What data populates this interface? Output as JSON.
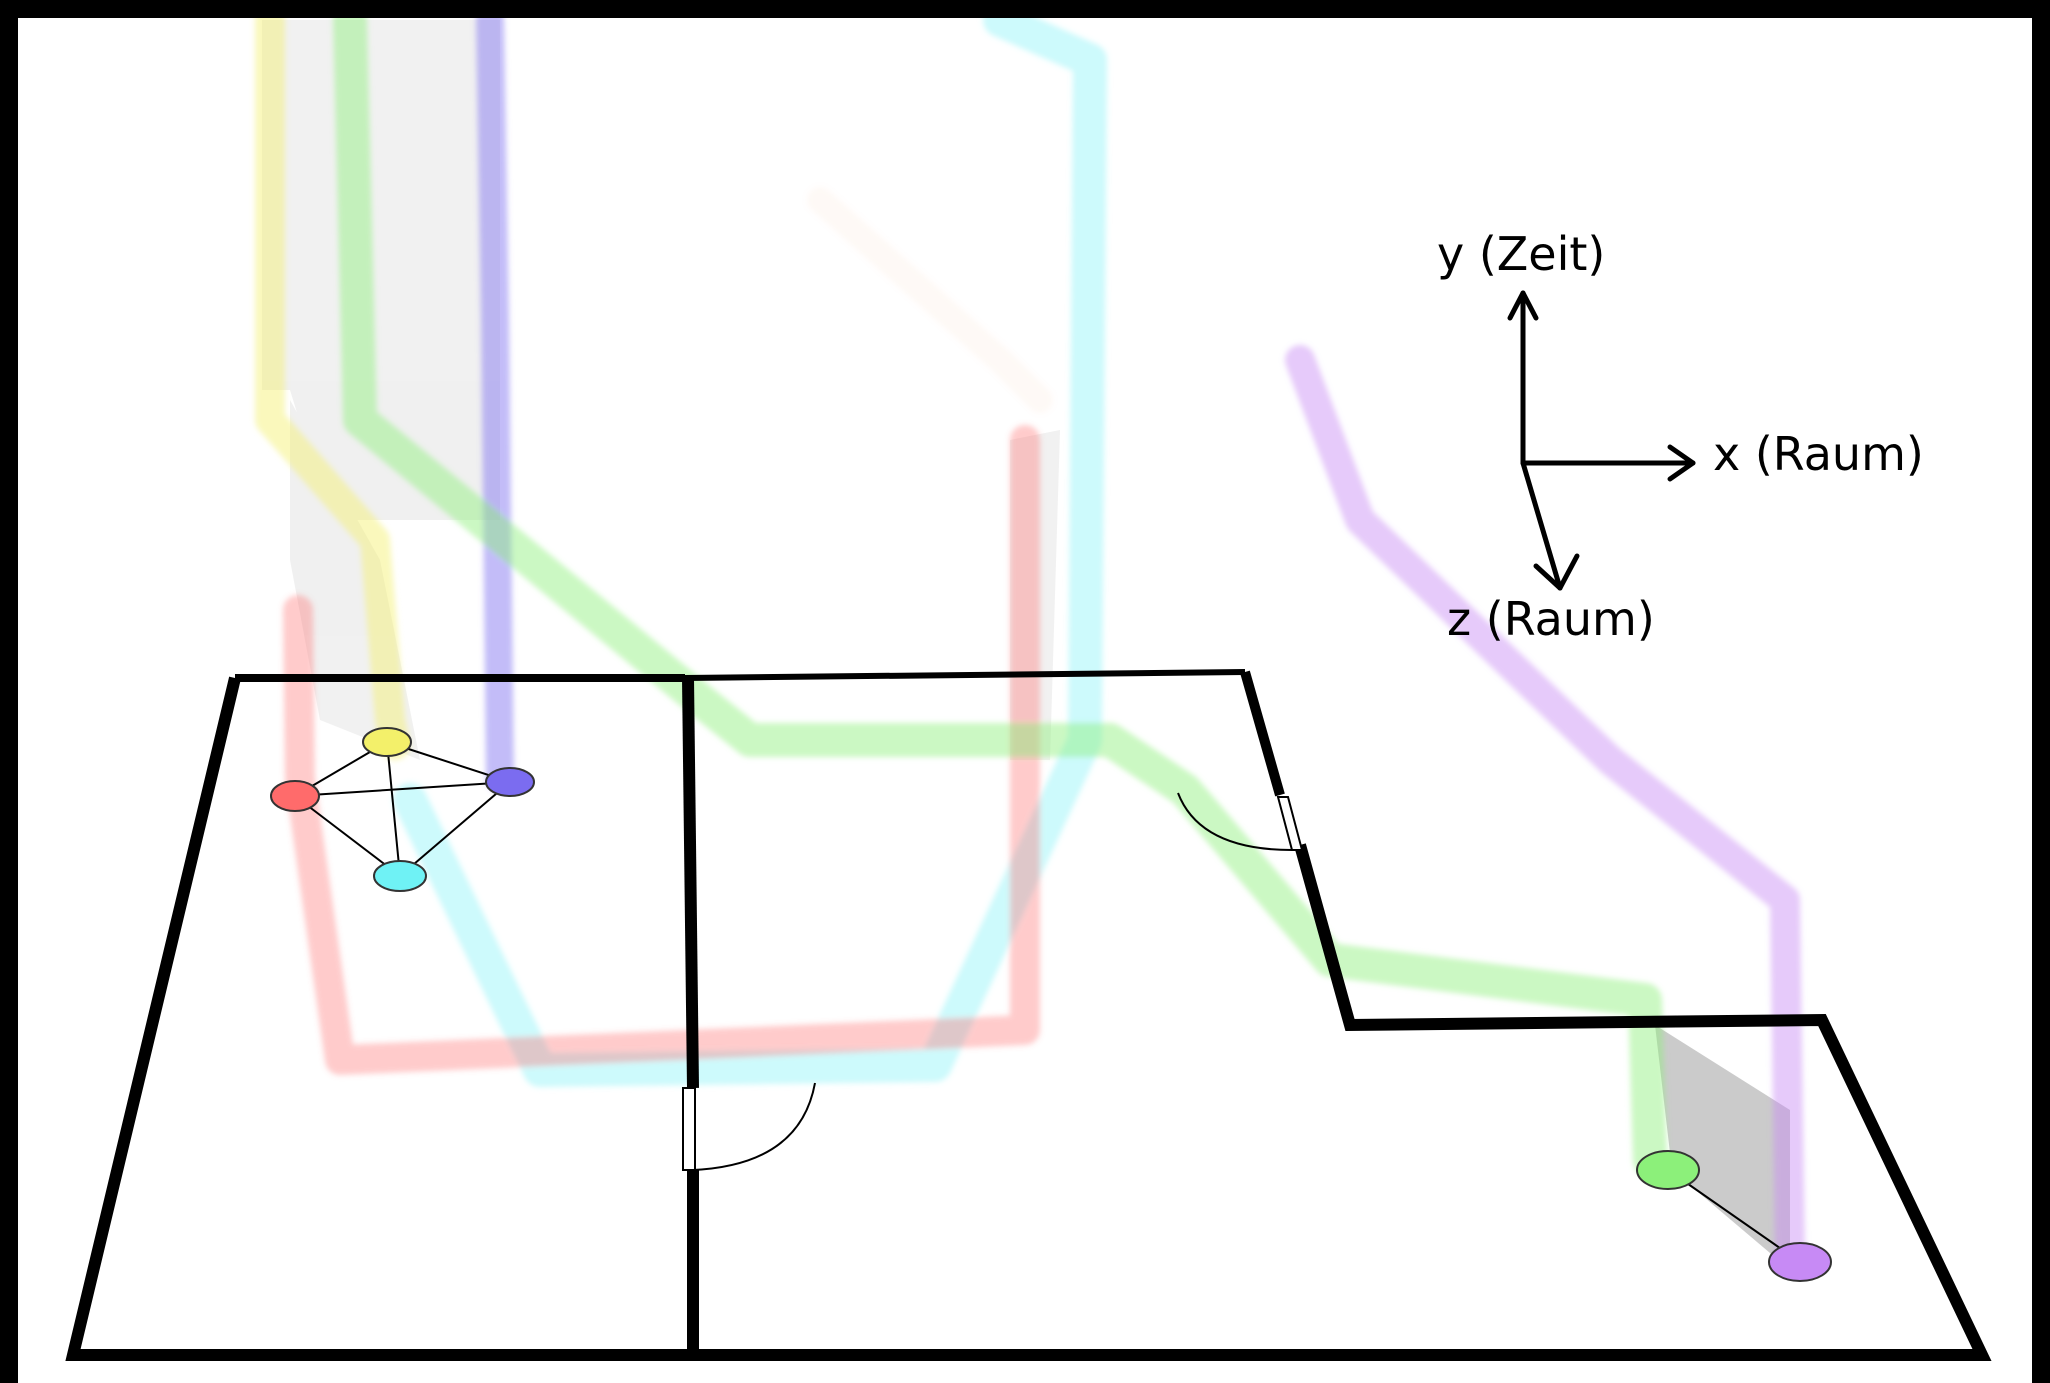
{
  "axes": {
    "y_label": "y (Zeit)",
    "x_label": "x (Raum)",
    "z_label": "z (Raum)"
  },
  "colors": {
    "red": "#ff6b6b",
    "yellow": "#f3f06a",
    "blue": "#7b6cf0",
    "cyan": "#6ff2f5",
    "green": "#8cf07a",
    "purple": "#c78af5",
    "orange": "#f5b48a"
  }
}
